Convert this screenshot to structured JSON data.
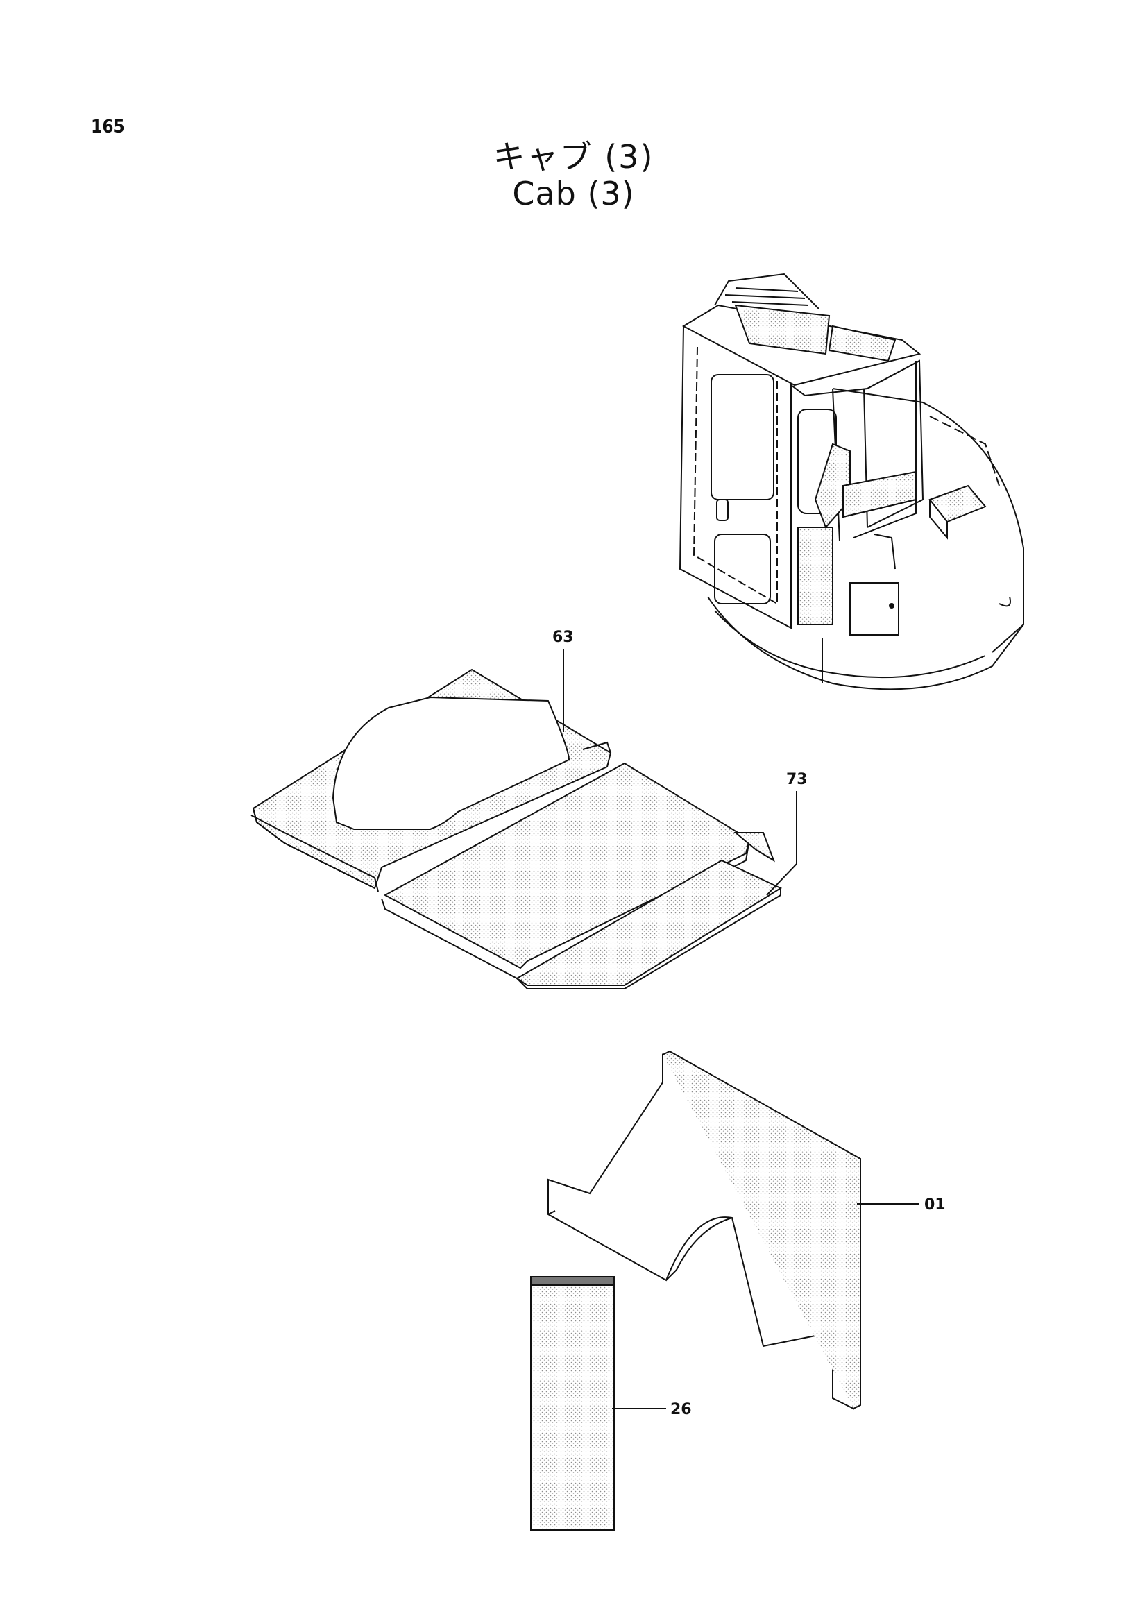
{
  "page": {
    "number": "165",
    "title_ja": "キャブ (3)",
    "title_en": "Cab (3)"
  },
  "callouts": {
    "c63": "63",
    "c73": "73",
    "c01": "01",
    "c26": "26"
  },
  "colors": {
    "line": "#111111",
    "stipple": "#9a9a9a",
    "background": "#ffffff"
  }
}
